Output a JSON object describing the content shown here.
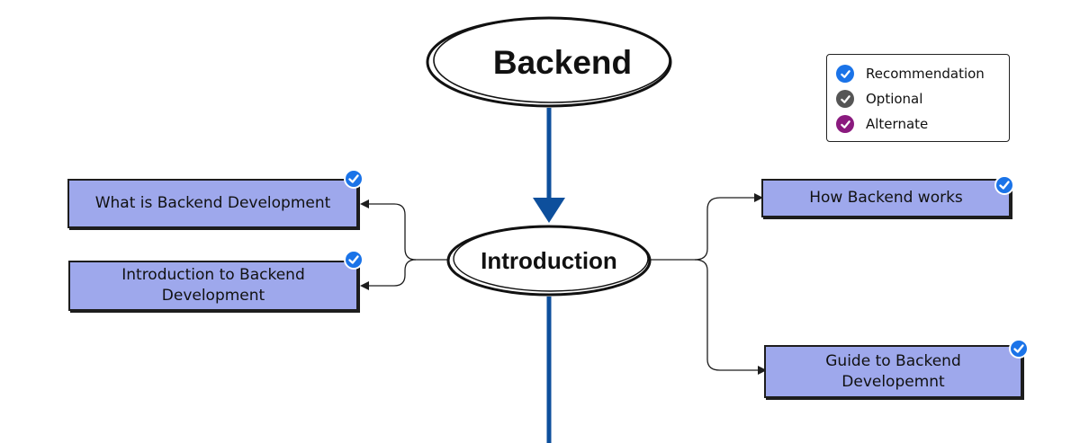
{
  "title": "Backend",
  "center_node": "Introduction",
  "legend": {
    "items": [
      {
        "label": "Recommendation",
        "color": "#1a73e8"
      },
      {
        "label": "Optional",
        "color": "#555555"
      },
      {
        "label": "Alternate",
        "color": "#8a1a7e"
      }
    ]
  },
  "topics": [
    {
      "label": "What is Backend Development",
      "status": "recommendation"
    },
    {
      "label": "Introduction to Backend Development",
      "status": "recommendation"
    },
    {
      "label": "How Backend works",
      "status": "recommendation"
    },
    {
      "label": "Guide to Backend Developemnt",
      "status": "recommendation"
    }
  ],
  "colors": {
    "spine": "#0d4f9c",
    "topic_fill": "#9ea8ec",
    "connector": "#1d1d1d"
  }
}
